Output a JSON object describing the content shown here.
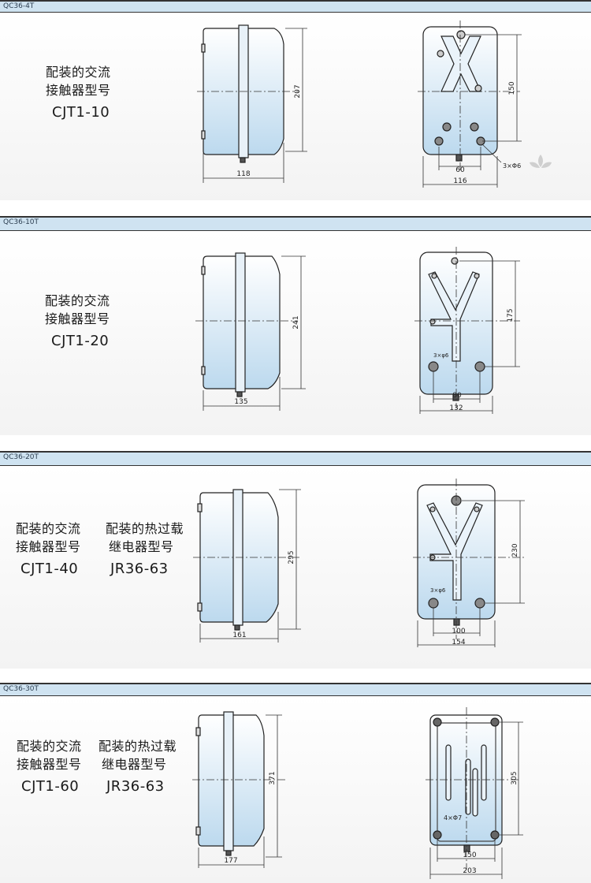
{
  "panels": [
    {
      "header": "QC36-4T",
      "labels": [
        {
          "line1": "配装的交流",
          "line2": "接触器型号",
          "model": "CJT1-10"
        }
      ],
      "side_dims": {
        "height": "207",
        "width": "118"
      },
      "front_dims": {
        "height": "150",
        "inner_width": "60",
        "outer_width": "116",
        "holes": "3×Φ6"
      }
    },
    {
      "header": "QC36-10T",
      "labels": [
        {
          "line1": "配装的交流",
          "line2": "接触器型号",
          "model": "CJT1-20"
        }
      ],
      "side_dims": {
        "height": "241",
        "width": "135"
      },
      "front_dims": {
        "height": "175",
        "inner_width": "80",
        "outer_width": "132",
        "holes": "3×φ6"
      }
    },
    {
      "header": "QC36-20T",
      "labels": [
        {
          "line1": "配装的交流",
          "line2": "接触器型号",
          "model": "CJT1-40"
        },
        {
          "line1": "配装的热过载",
          "line2": "继电器型号",
          "model": "JR36-63"
        }
      ],
      "side_dims": {
        "height": "295",
        "width": "161"
      },
      "front_dims": {
        "height": "230",
        "inner_width": "100",
        "outer_width": "154",
        "holes": "3×φ6"
      }
    },
    {
      "header": "QC36-30T",
      "labels": [
        {
          "line1": "配装的交流",
          "line2": "接触器型号",
          "model": "CJT1-60"
        },
        {
          "line1": "配装的热过载",
          "line2": "继电器型号",
          "model": "JR36-63"
        }
      ],
      "side_dims": {
        "height": "371",
        "width": "177"
      },
      "front_dims": {
        "height": "305",
        "inner_width": "150",
        "outer_width": "203",
        "holes": "4×Φ7"
      }
    }
  ]
}
